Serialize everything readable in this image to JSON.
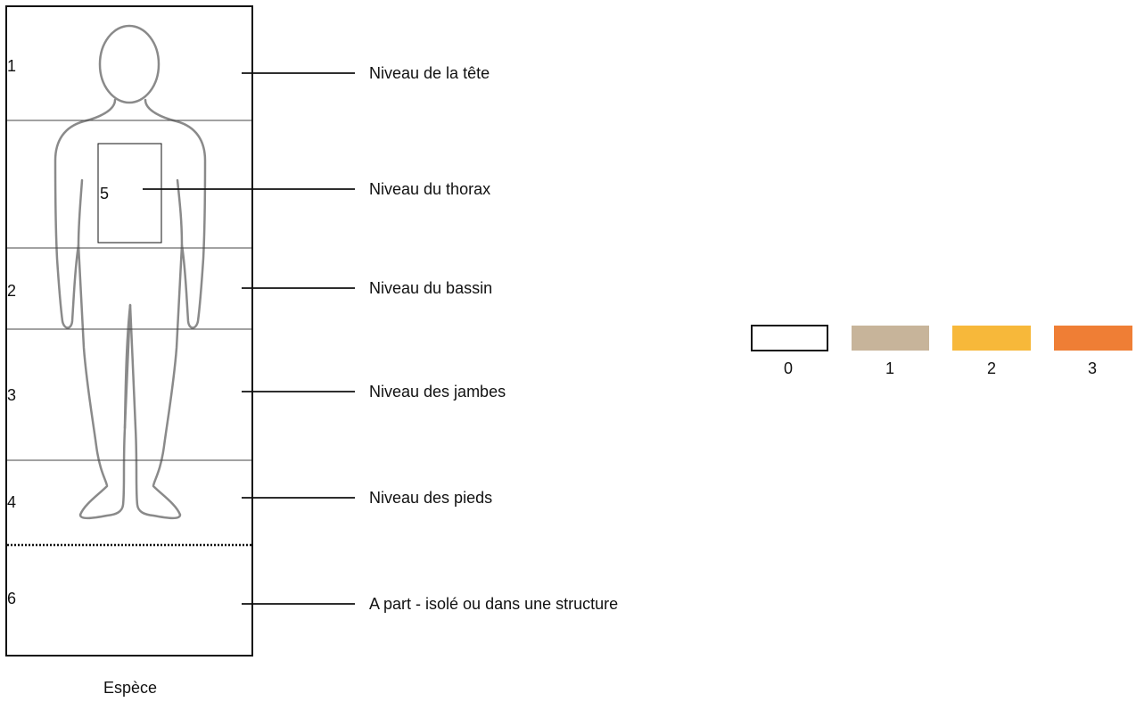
{
  "zones": [
    {
      "number": "1",
      "label": "Niveau de la tête"
    },
    {
      "number": "5",
      "label": "Niveau du thorax"
    },
    {
      "number": "2",
      "label": "Niveau du bassin"
    },
    {
      "number": "3",
      "label": "Niveau des jambes"
    },
    {
      "number": "4",
      "label": "Niveau des pieds"
    },
    {
      "number": "6",
      "label": "A part - isolé ou dans une structure"
    }
  ],
  "caption": "Espèce",
  "legend": [
    {
      "value": "0",
      "color": "#ffffff"
    },
    {
      "value": "1",
      "color": "#c7b49a"
    },
    {
      "value": "2",
      "color": "#f7b83a"
    },
    {
      "value": "3",
      "color": "#ef7e35"
    }
  ]
}
